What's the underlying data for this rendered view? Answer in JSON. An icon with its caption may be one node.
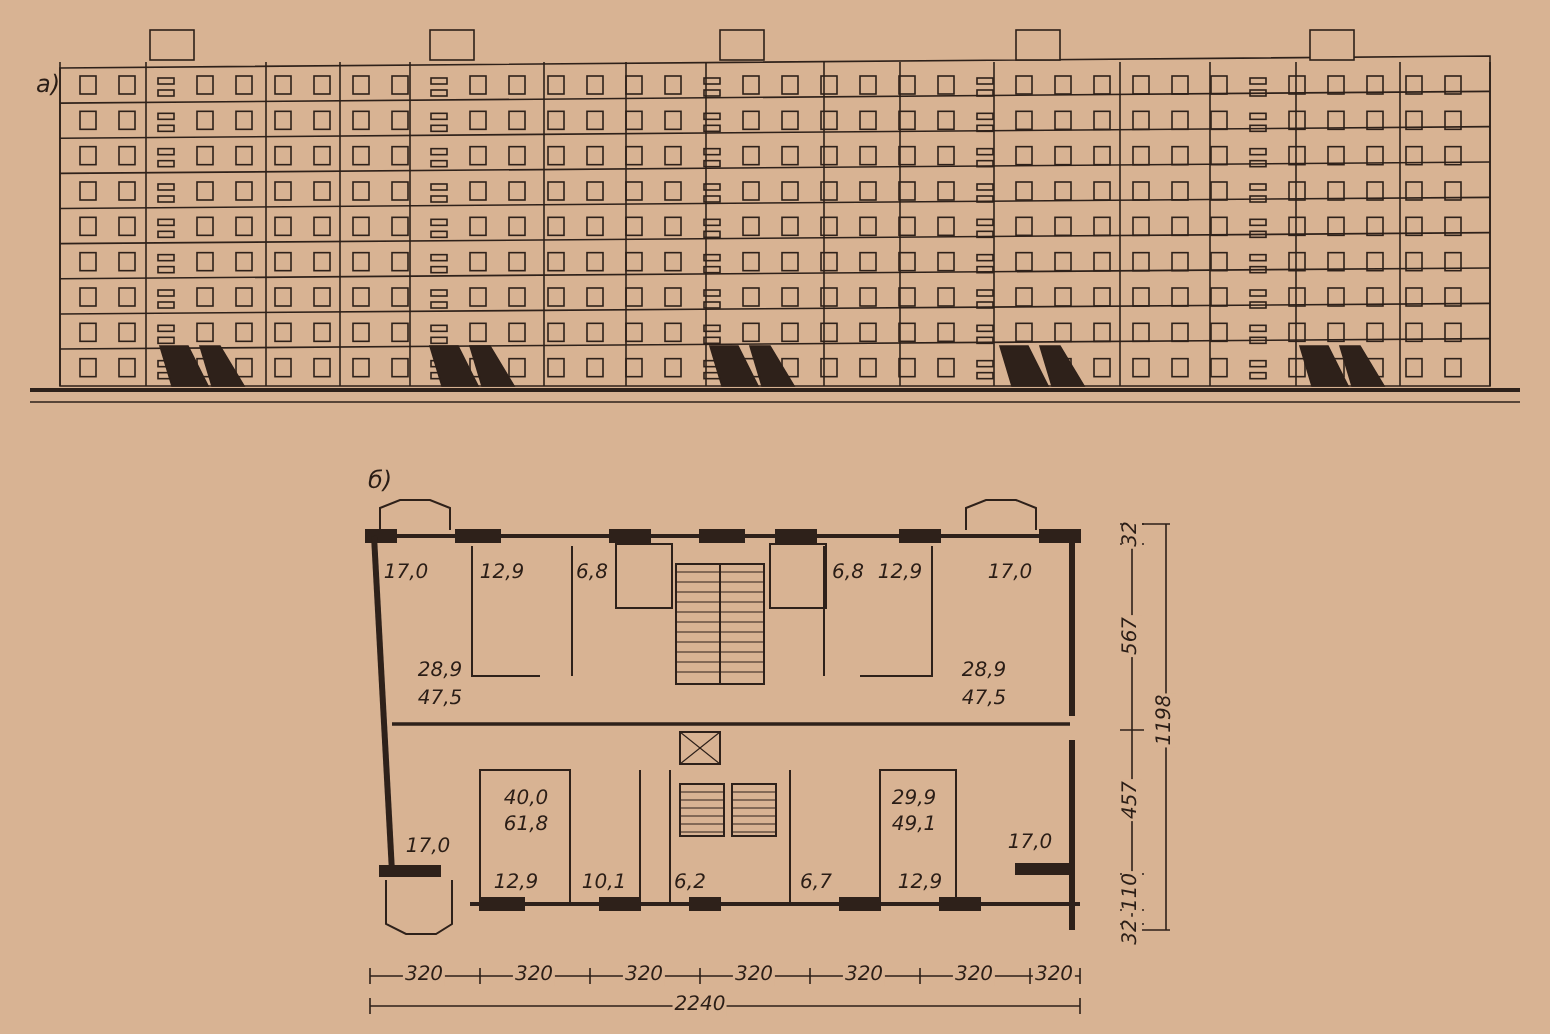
{
  "diagram": {
    "labels": [
      "а)",
      "б)",
      "17,0",
      "12,9",
      "6,8",
      "6,8",
      "12,9",
      "17,0",
      "32",
      "28,9",
      "47,5",
      "28,9",
      "47,5",
      "567",
      "1198",
      "40,0",
      "61,8",
      "29,9",
      "49,1",
      "457",
      "17,0",
      "17,0",
      "110",
      "12,9",
      "10,1",
      "6,2",
      "6,7",
      "12,9",
      "32",
      "320",
      "320",
      "320",
      "320",
      "320",
      "320",
      "320",
      "2240"
    ]
  }
}
